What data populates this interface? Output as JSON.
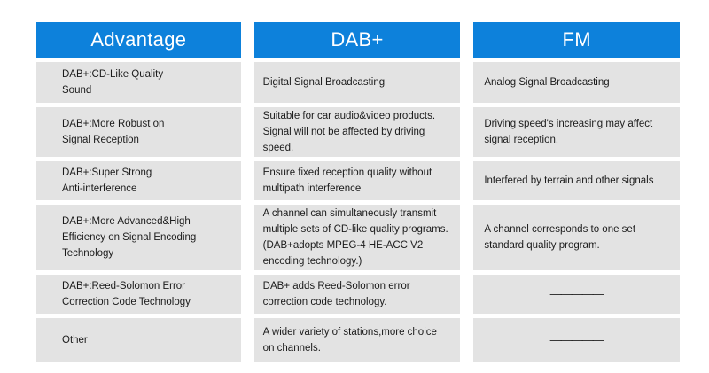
{
  "theme": {
    "header_blue": "#0d81db",
    "cell_gray": "#e3e3e3",
    "text_color": "#1b1b1b",
    "page_background": "#ffffff"
  },
  "table": {
    "columns": [
      {
        "key": "advantage",
        "header": "Advantage",
        "cells": [
          "DAB+:CD-Like Quality\nSound",
          "DAB+:More Robust on\nSignal Reception",
          "DAB+:Super Strong\nAnti-interference",
          "DAB+:More Advanced&High\nEfficiency on Signal Encoding\nTechnology",
          "DAB+:Reed-Solomon Error\nCorrection Code Technology",
          "Other"
        ]
      },
      {
        "key": "dabplus",
        "header": "DAB+",
        "cells": [
          "Digital Signal Broadcasting",
          "Suitable for car audio&video products.\nSignal will not be affected by driving\nspeed.",
          "Ensure fixed reception quality without\nmultipath interference",
          "A channel can simultaneously transmit\nmultiple sets of CD-like quality programs.\n(DAB+adopts MPEG-4 HE-ACC V2\nencoding technology.)",
          "DAB+ adds Reed-Solomon error\ncorrection code technology.",
          "A wider variety of stations,more choice\non channels."
        ]
      },
      {
        "key": "fm",
        "header": "FM",
        "cells": [
          "Analog Signal Broadcasting",
          "Driving speed's increasing may affect\nsignal reception.",
          "Interfered by terrain and other signals",
          "A channel corresponds to one set\nstandard quality program.",
          "—————",
          "—————"
        ]
      }
    ]
  }
}
